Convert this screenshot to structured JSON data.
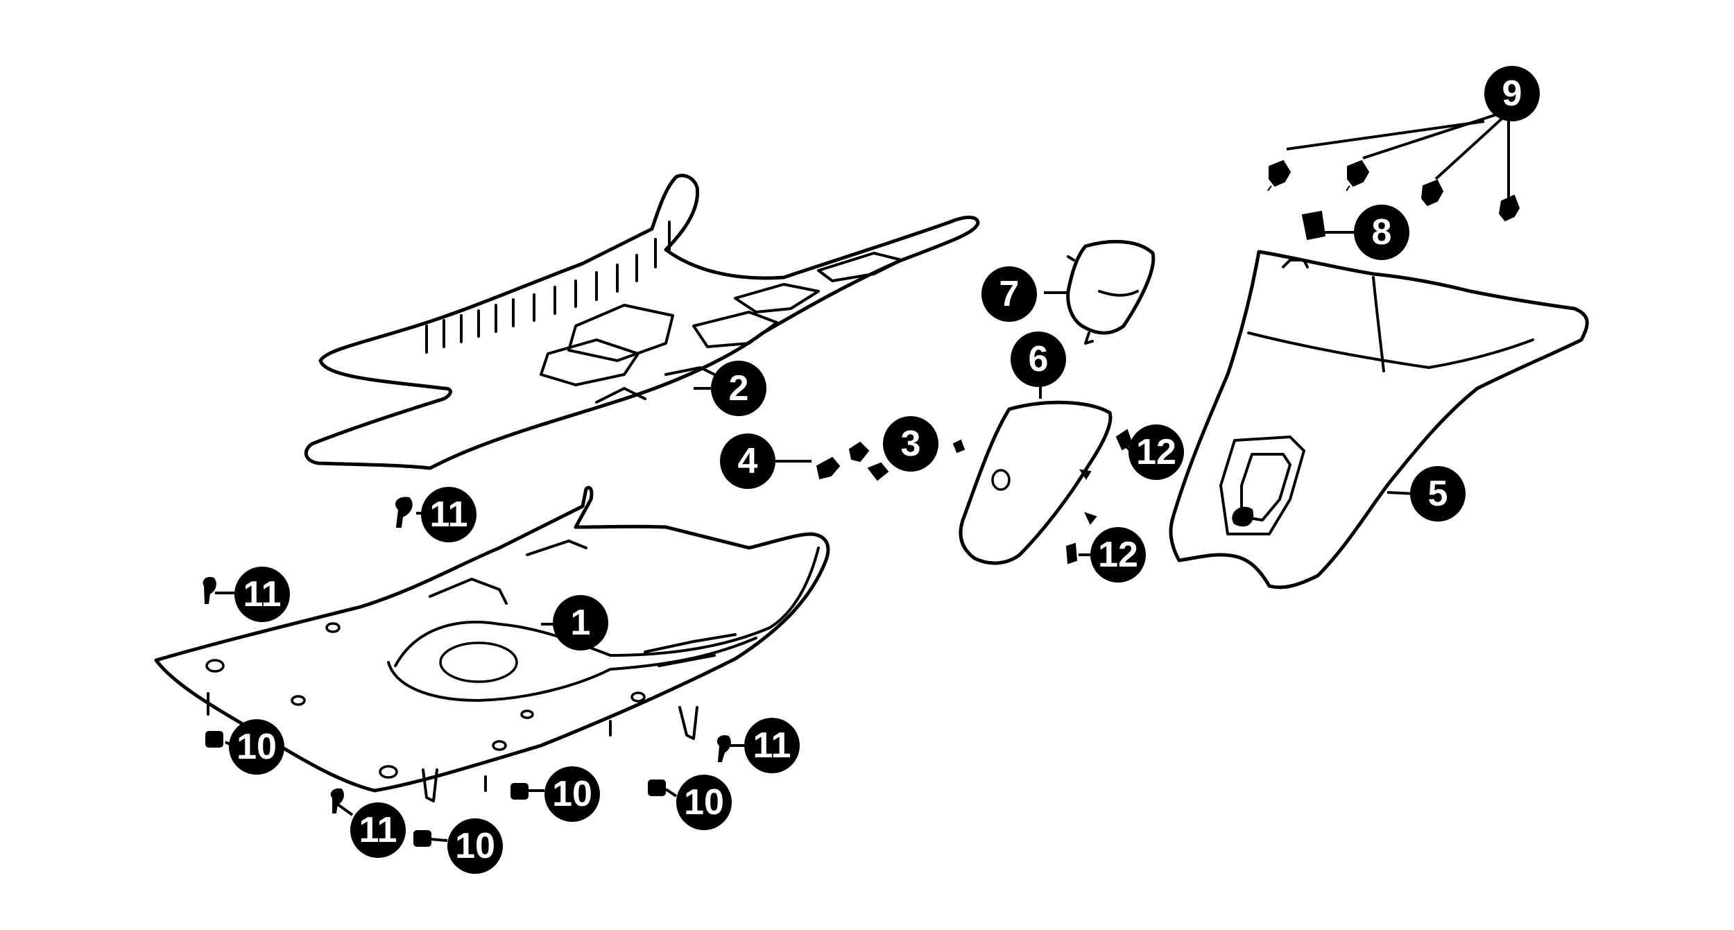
{
  "diagram": {
    "type": "exploded-parts-diagram",
    "colors": {
      "line": "#000000",
      "background": "#ffffff",
      "callout_fill": "#000000",
      "callout_text": "#ffffff"
    },
    "callouts": [
      {
        "id": "c1",
        "label": "1"
      },
      {
        "id": "c2",
        "label": "2"
      },
      {
        "id": "c3",
        "label": "3"
      },
      {
        "id": "c4",
        "label": "4"
      },
      {
        "id": "c5",
        "label": "5"
      },
      {
        "id": "c6",
        "label": "6"
      },
      {
        "id": "c7",
        "label": "7"
      },
      {
        "id": "c8",
        "label": "8"
      },
      {
        "id": "c9",
        "label": "9"
      },
      {
        "id": "c10a",
        "label": "10"
      },
      {
        "id": "c10b",
        "label": "10"
      },
      {
        "id": "c10c",
        "label": "10"
      },
      {
        "id": "c10d",
        "label": "10"
      },
      {
        "id": "c11a",
        "label": "11"
      },
      {
        "id": "c11b",
        "label": "11"
      },
      {
        "id": "c11c",
        "label": "11"
      },
      {
        "id": "c11d",
        "label": "11"
      },
      {
        "id": "c12a",
        "label": "12"
      },
      {
        "id": "c12b",
        "label": "12"
      }
    ]
  }
}
